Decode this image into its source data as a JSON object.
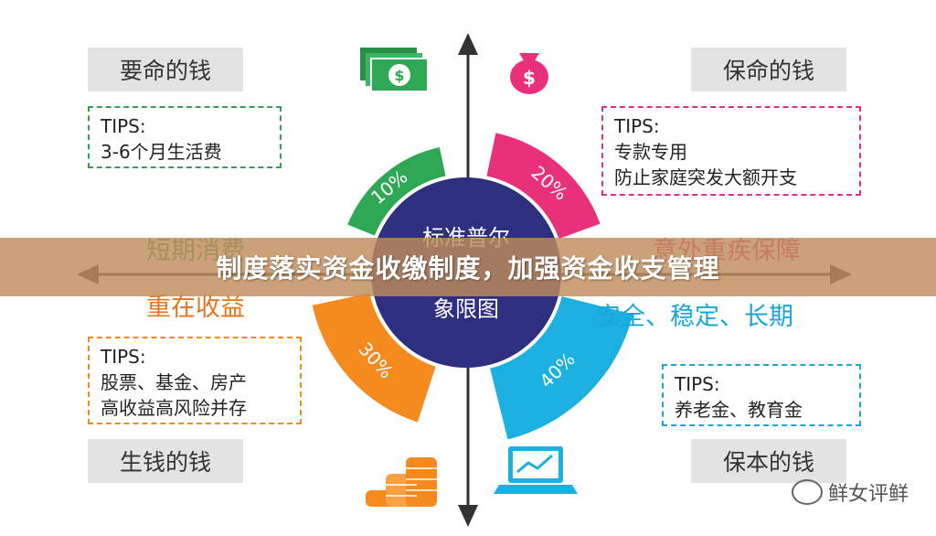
{
  "quadrants": {
    "top_left": {
      "label": "要命的钱",
      "tips_title": "TIPS:",
      "tips_lines": [
        "3-6个月生活费"
      ]
    },
    "top_right": {
      "label": "保命的钱",
      "tips_title": "TIPS:",
      "tips_lines": [
        "专款专用",
        "防止家庭突发大额开支"
      ]
    },
    "bottom_left": {
      "label": "生钱的钱",
      "tips_title": "TIPS:",
      "tips_lines": [
        "股票、基金、房产",
        "高收益高风险并存"
      ]
    },
    "bottom_right": {
      "label": "保本的钱",
      "tips_title": "TIPS:",
      "tips_lines": [
        "养老金、教育金"
      ]
    }
  },
  "side_labels": {
    "left_top": "短期消费",
    "left_bottom": "重在收益",
    "right_top": "意外重疾保障",
    "right_bottom": "安全、稳定、长期"
  },
  "center": {
    "lines": [
      "标准普尔",
      "象限图"
    ]
  },
  "segments": [
    {
      "name": "top-left",
      "percent": 10,
      "label": "10%",
      "color": "#2fa855"
    },
    {
      "name": "top-right",
      "percent": 20,
      "label": "20%",
      "color": "#e8317a"
    },
    {
      "name": "bottom-left",
      "percent": 30,
      "label": "30%",
      "color": "#f58a1f"
    },
    {
      "name": "bottom-right",
      "percent": 40,
      "label": "40%",
      "color": "#1cb0e0"
    }
  ],
  "colors": {
    "center": "#2e2f7f",
    "axis": "#333333",
    "green_text": "#3a9c5a",
    "pink_text": "#e0337d",
    "orange_text": "#e8731d",
    "cyan_text": "#1aa6d8"
  },
  "icons": [
    "dollar-bills-icon",
    "money-bag-icon",
    "coin-stacks-icon",
    "laptop-chart-icon"
  ],
  "banner": {
    "text": "制度落实资金收缴制度，加强资金收支管理"
  },
  "watermark": {
    "text": "鲜女评鲜"
  }
}
